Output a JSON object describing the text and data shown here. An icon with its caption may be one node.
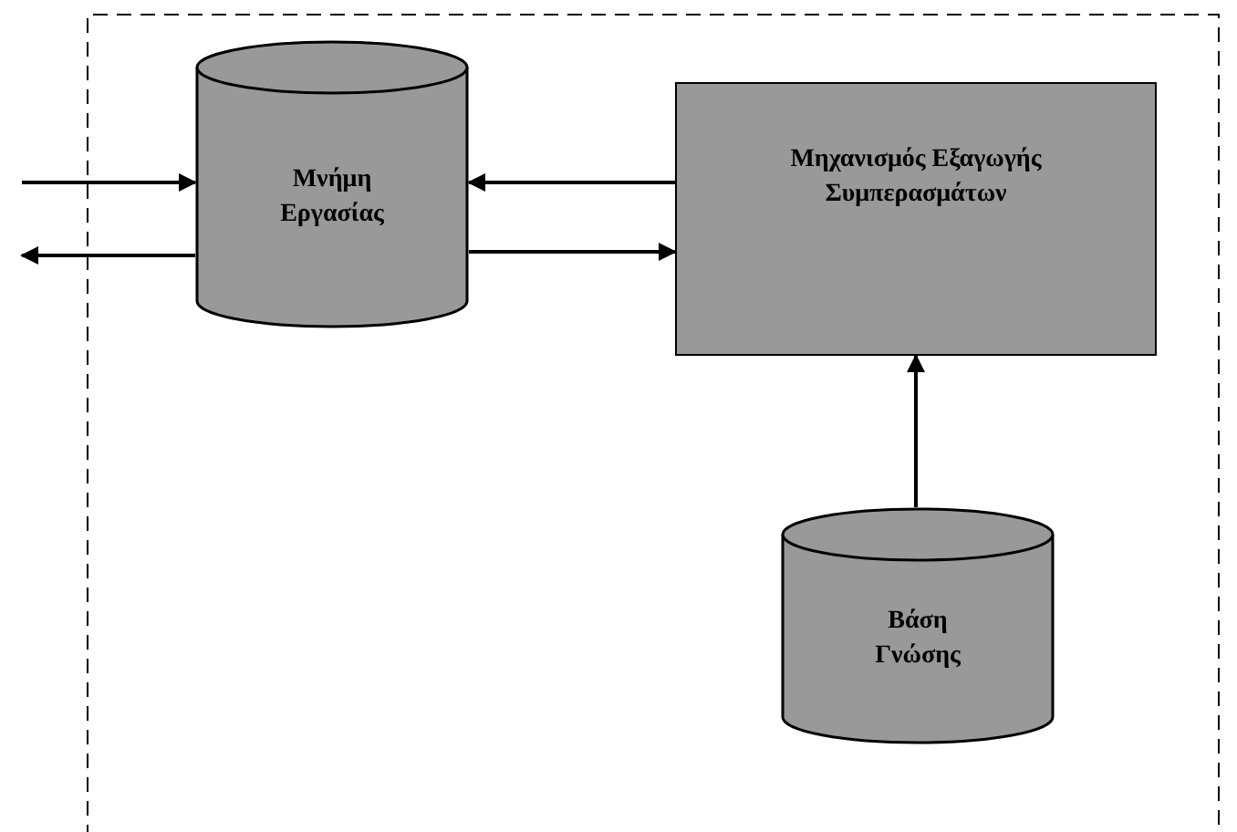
{
  "diagram": {
    "nodes": [
      {
        "text": [
          "Μνήμη Εργασίας"
        ]
      },
      {
        "text": [
          "Μηχανισμός Εξαγωγής Συμπερασμάτων"
        ]
      },
      {
        "text": [
          "Βάση Γνώσης"
        ]
      }
    ],
    "edges": [
      {
        "from": null,
        "to": 0,
        "arrow": "to"
      },
      {
        "from": 0,
        "to": null,
        "arrow": "to"
      },
      {
        "from": 1,
        "to": 0,
        "arrow": "to"
      },
      {
        "from": 0,
        "to": 1,
        "arrow": "to"
      },
      {
        "from": 2,
        "to": 1,
        "arrow": "to"
      }
    ]
  }
}
